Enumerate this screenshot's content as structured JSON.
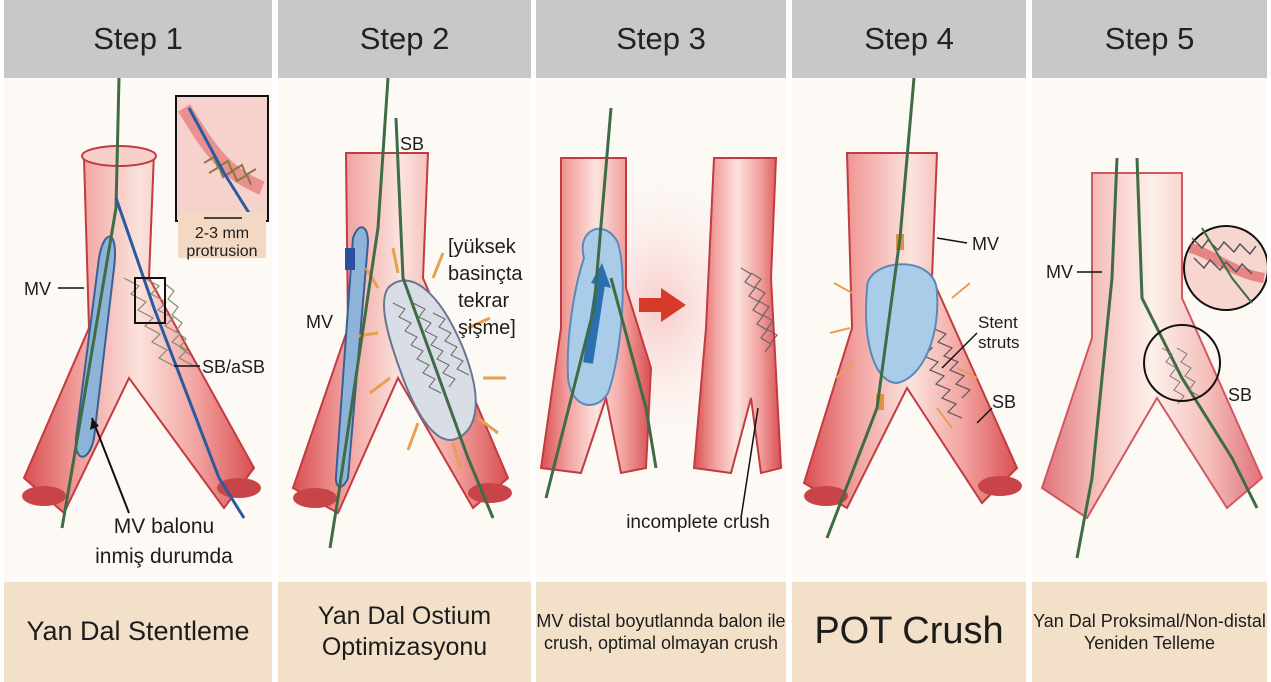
{
  "steps": [
    {
      "title": "Step 1",
      "caption_lines": [
        "Yan Dal Stentleme"
      ],
      "labels": {
        "mv": "MV",
        "sb_asb": "SB/aSB",
        "inset_measure": "2-3 mm",
        "inset_desc": "protrusion",
        "balloon_l1": "MV balonu",
        "balloon_l2": "inmiş durumda"
      }
    },
    {
      "title": "Step 2",
      "caption_lines": [
        "Yan Dal Ostium",
        "Optimizasyonu"
      ],
      "labels": {
        "sb": "SB",
        "mv": "MV",
        "note_l1": "[yüksek",
        "note_l2": "basinçta",
        "note_l3": "tekrar",
        "note_l4": "şişme]"
      }
    },
    {
      "title": "Step 3",
      "caption_lines": [
        "MV distal boyutlannda balon ile",
        "crush, optimal olmayan crush"
      ],
      "labels": {
        "incomplete": "incomplete crush"
      }
    },
    {
      "title": "Step 4",
      "caption_lines": [
        "POT Crush"
      ],
      "labels": {
        "mv": "MV",
        "stent_l1": "Stent",
        "stent_l2": "struts",
        "sb": "SB"
      }
    },
    {
      "title": "Step 5",
      "caption_lines": [
        "Yan Dal Proksimal/Non-distal",
        "Yeniden Telleme"
      ],
      "labels": {
        "mv": "MV",
        "sb": "SB"
      }
    }
  ],
  "colors": {
    "header_bg": "#c8c8c8",
    "footer_bg": "#f3e0c8",
    "vessel": "#e86a6a",
    "vessel_inner": "#f7cfc9",
    "wire": "#4c7a55",
    "balloon": "#a9cde8",
    "arrow_red": "#d63a2a",
    "burst_orange": "#e8a050"
  }
}
